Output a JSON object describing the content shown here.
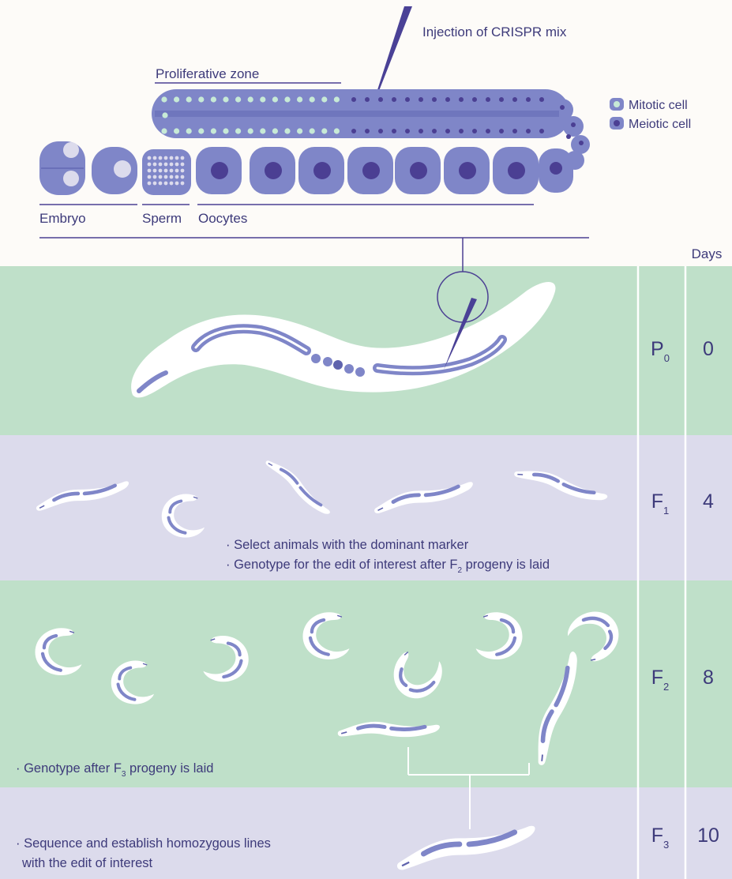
{
  "colors": {
    "page_bg": "#fdfbf8",
    "green_band": "#bfe0c9",
    "lavender_band": "#dcdbec",
    "cell_fill": "#7f86c8",
    "cell_dark": "#5f63ad",
    "nucleus_dark": "#4b3f93",
    "mitotic_nucleus": "#c7ead6",
    "text": "#3d3a7a",
    "needle": "#4a4196"
  },
  "germline": {
    "injection_label": "Injection of CRISPR mix",
    "proliferative_label": "Proliferative zone",
    "embryo_label": "Embryo",
    "sperm_label": "Sperm",
    "oocytes_label": "Oocytes"
  },
  "legend": {
    "mitotic": "Mitotic cell",
    "meiotic": "Meiotic cell",
    "mitotic_icon": "mitotic-cell-icon",
    "meiotic_icon": "meiotic-cell-icon"
  },
  "table": {
    "days_header": "Days",
    "rows": [
      {
        "gen": "P",
        "sub": "0",
        "days": "0"
      },
      {
        "gen": "F",
        "sub": "1",
        "days": "4"
      },
      {
        "gen": "F",
        "sub": "2",
        "days": "8"
      },
      {
        "gen": "F",
        "sub": "3",
        "days": "10"
      }
    ]
  },
  "notes": {
    "f1_line1": "· Select animals with the dominant marker",
    "f1_line2_pre": "· Genotype for the edit of interest after F",
    "f1_line2_sub": "2",
    "f1_line2_post": " progeny is laid",
    "f2_pre": "· Genotype after F",
    "f2_sub": "3",
    "f2_post": " progeny is laid",
    "f3_line1": "· Sequence and establish homozygous lines",
    "f3_line2": "with the edit of interest"
  }
}
